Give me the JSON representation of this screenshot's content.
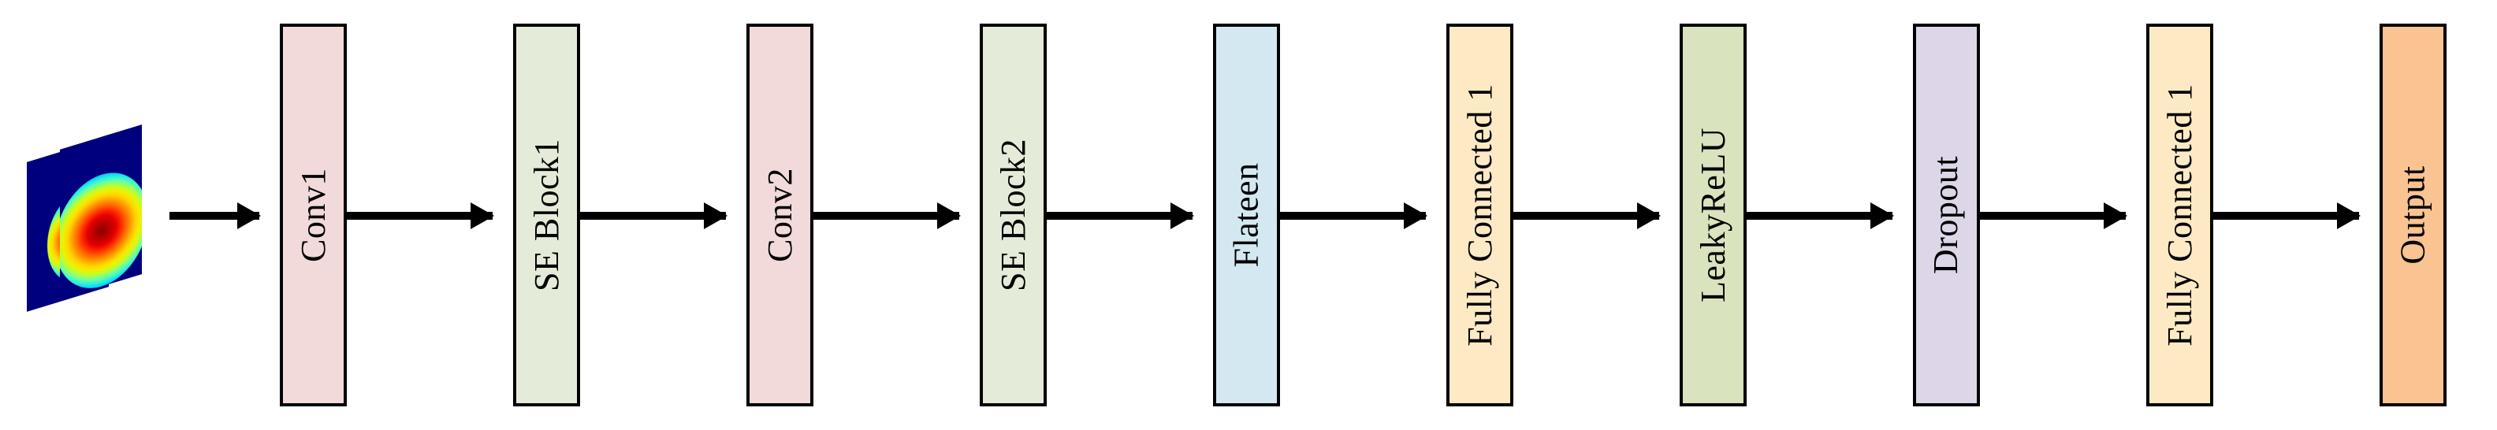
{
  "diagram": {
    "title": "CNN architecture pipeline",
    "background_color": "#ffffff",
    "border_color": "#000000",
    "arrow_color": "#000000"
  },
  "input": {
    "name": "input-feature-map",
    "description": "two stacked sheared 2D heatmap planes",
    "colormap": "jet",
    "plane_count": 2,
    "background_color": "#00007f",
    "hotspot_color": "#8b0000"
  },
  "layers": [
    {
      "label": "Conv1",
      "color": "#f2dada",
      "width": 85
    },
    {
      "label": "SE Block1",
      "color": "#e4ecd9",
      "width": 85
    },
    {
      "label": "Conv2",
      "color": "#f2dada",
      "width": 85
    },
    {
      "label": "SE Block2",
      "color": "#e4ecd9",
      "width": 85
    },
    {
      "label": "Flateen",
      "color": "#d4e8f2",
      "width": 85
    },
    {
      "label": "Fully Connected 1",
      "color": "#fdeac4",
      "width": 85
    },
    {
      "label": "LeakyReLU",
      "color": "#d9e3bd",
      "width": 85
    },
    {
      "label": "Dropout",
      "color": "#dcd6e8",
      "width": 85
    },
    {
      "label": "Fully Connected 1",
      "color": "#fdeac4",
      "width": 85
    },
    {
      "label": "Output",
      "color": "#f9c392",
      "width": 85
    }
  ],
  "connections": [
    {
      "from": "input-feature-map",
      "to": "Conv1"
    },
    {
      "from": "Conv1",
      "to": "SE Block1"
    },
    {
      "from": "SE Block1",
      "to": "Conv2"
    },
    {
      "from": "Conv2",
      "to": "SE Block2"
    },
    {
      "from": "SE Block2",
      "to": "Flateen"
    },
    {
      "from": "Flateen",
      "to": "Fully Connected 1"
    },
    {
      "from": "Fully Connected 1",
      "to": "LeakyReLU"
    },
    {
      "from": "LeakyReLU",
      "to": "Dropout"
    },
    {
      "from": "Dropout",
      "to": "Fully Connected 1"
    },
    {
      "from": "Fully Connected 1",
      "to": "Output"
    }
  ]
}
